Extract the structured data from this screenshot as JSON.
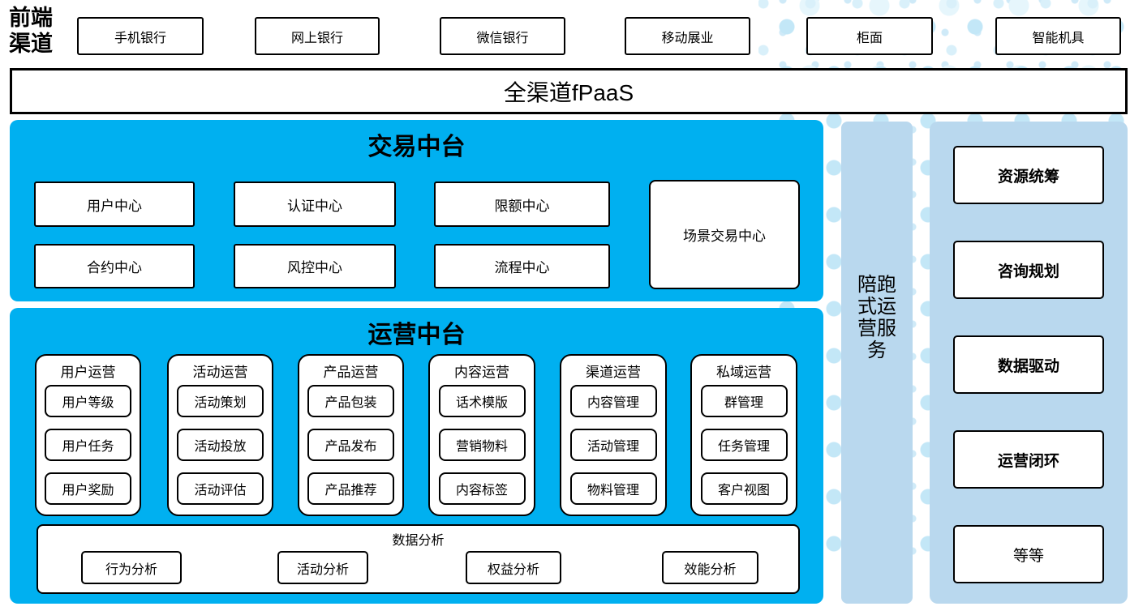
{
  "front_channels": {
    "label": "前端渠道",
    "items": [
      "手机银行",
      "网上银行",
      "微信银行",
      "移动展业",
      "柜面",
      "智能机具"
    ]
  },
  "fpaas_bar": {
    "label": "全渠道fPaaS"
  },
  "transaction_platform": {
    "title": "交易中台",
    "centers_row1": [
      "用户中心",
      "认证中心",
      "限额中心"
    ],
    "centers_row2": [
      "合约中心",
      "风控中心",
      "流程中心"
    ],
    "scenario_center": "场景交易中心"
  },
  "operations_platform": {
    "title": "运营中台",
    "columns": [
      {
        "title": "用户运营",
        "items": [
          "用户等级",
          "用户任务",
          "用户奖励"
        ]
      },
      {
        "title": "活动运营",
        "items": [
          "活动策划",
          "活动投放",
          "活动评估"
        ]
      },
      {
        "title": "产品运营",
        "items": [
          "产品包装",
          "产品发布",
          "产品推荐"
        ]
      },
      {
        "title": "内容运营",
        "items": [
          "话术模版",
          "营销物料",
          "内容标签"
        ]
      },
      {
        "title": "渠道运营",
        "items": [
          "内容管理",
          "活动管理",
          "物料管理"
        ]
      },
      {
        "title": "私域运营",
        "items": [
          "群管理",
          "任务管理",
          "客户视图"
        ]
      }
    ],
    "data_analysis": {
      "title": "数据分析",
      "items": [
        "行为分析",
        "活动分析",
        "权益分析",
        "效能分析"
      ]
    }
  },
  "accompany_service": {
    "label": "陪跑式运营服务"
  },
  "right_panel": {
    "items": [
      "资源统筹",
      "咨询规划",
      "数据驱动",
      "运营闭环",
      "等等"
    ]
  },
  "colors": {
    "platform_cyan": "#00b0f0",
    "panel_light_blue": "#b9d8ee",
    "dot_light_blue": "#cde9f7",
    "border_black": "#000000",
    "box_white": "#ffffff"
  }
}
